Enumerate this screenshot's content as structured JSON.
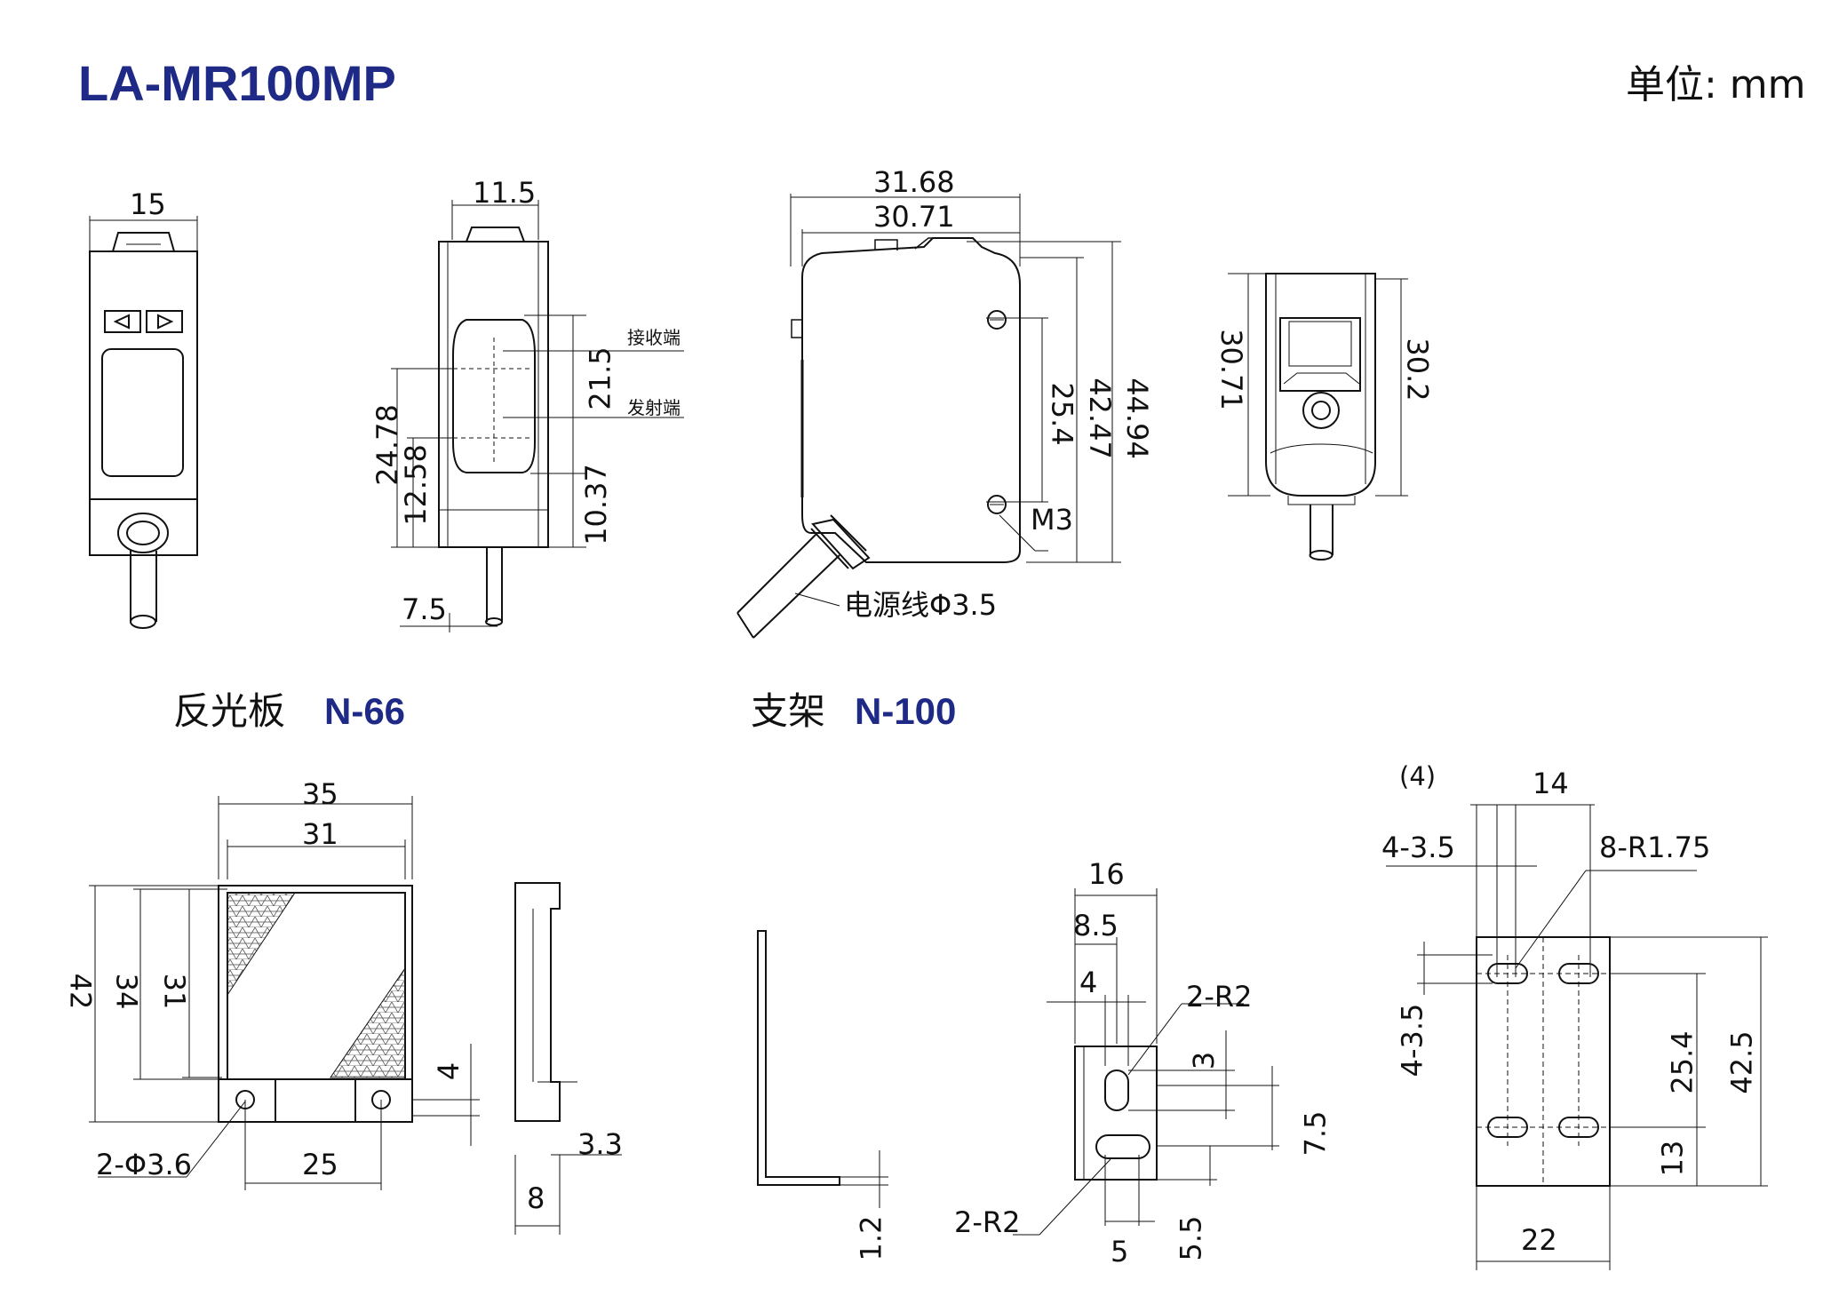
{
  "title": "LA-MR100MP",
  "unit_label": "单位: mm",
  "sensor": {
    "front_width": "15",
    "side_width": "11.5",
    "side_top_dim": "21.5",
    "side_dim_24_78": "24.78",
    "side_dim_12_58": "12.58",
    "side_dim_10_37": "10.37",
    "side_dim_7_5": "7.5",
    "receiver_label": "接收端",
    "emitter_label": "发射端",
    "main_width_outer": "31.68",
    "main_width_inner": "30.71",
    "main_height_25_4": "25.4",
    "main_height_42_47": "42.47",
    "main_height_44_94": "44.94",
    "screw_label": "M3",
    "cable_label": "电源线Φ3.5",
    "back_height_left": "30.71",
    "back_height_right": "30.2"
  },
  "reflector": {
    "name_cn": "反光板",
    "model": "N-66",
    "width_35": "35",
    "width_31": "31",
    "height_42": "42",
    "height_34": "34",
    "height_31": "31",
    "dim_4": "4",
    "hole_label": "2-Φ3.6",
    "hole_pitch": "25",
    "side_3_3": "3.3",
    "side_8": "8"
  },
  "bracket": {
    "name_cn": "支架",
    "model": "N-100",
    "thickness": "1.2",
    "width_16": "16",
    "dim_8_5": "8.5",
    "dim_4": "4",
    "r_top": "2-R2",
    "dim_3": "3",
    "dim_7_5": "7.5",
    "r_bottom": "2-R2",
    "dim_5": "5",
    "dim_5_5": "5.5",
    "dim_paren_4": "(4)",
    "dim_14": "14",
    "slot_label": "4-3.5",
    "r_slots": "8-R1.75",
    "slot_label_vert": "4-3.5",
    "dim_25_4": "25.4",
    "dim_42_5": "42.5",
    "dim_13": "13",
    "width_22": "22"
  }
}
